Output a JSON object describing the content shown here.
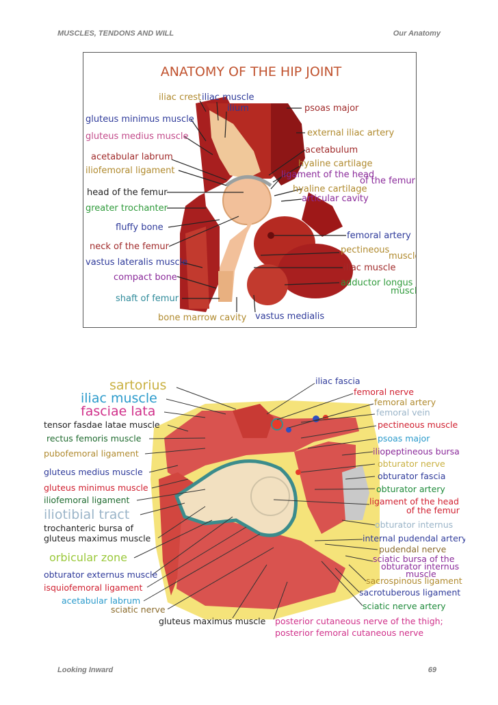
{
  "header": {
    "left": "MUSCLES, TENDONS AND WILL",
    "right": "Our Anatomy"
  },
  "footer": {
    "left": "Looking Inward",
    "page_number": "69"
  },
  "figure1": {
    "title": "ANATOMY OF THE HIP JOINT",
    "labels": {
      "iliac_crest": "iliac crest",
      "iliac_muscle_top": "iliac muscle",
      "ilium": "ilium",
      "gluteus_minimus": "gluteus minimus muscle",
      "gluteus_medius": "gluteus medius muscle",
      "acetabular_labrum": "acetabular labrum",
      "iliofemoral_ligament": "iliofemoral ligament",
      "head_of_femur": "head of the femur",
      "greater_trochanter": "greater trochanter",
      "fluffy_bone": "fluffy bone",
      "neck_of_femur": "neck of the femur",
      "vastus_lateralis": "vastus lateralis muscle",
      "compact_bone": "compact bone",
      "shaft_of_femur": "shaft of femur",
      "bone_marrow_cavity": "bone marrow cavity",
      "vastus_medialis": "vastus medialis",
      "psoas_major": "psoas major",
      "external_iliac_artery": "external iliac artery",
      "acetabulum": "acetabulum",
      "hyaline_cartilage_1": "hyaline cartilage",
      "ligament_of_head_1": "ligament of the head",
      "ligament_of_head_2": "of the femur",
      "hyaline_cartilage_2": "hyaline cartilage",
      "articular_cavity": "articular cavity",
      "femoral_artery": "femoral artery",
      "pectineous_1": "pectineous",
      "pectineous_2": "muscle",
      "iliac_muscle_right": "iliac muscle",
      "adductor_longus_1": "adductor longus",
      "adductor_longus_2": "muscle"
    }
  },
  "figure2": {
    "labels": {
      "sartorius": "sartorius",
      "iliac_muscle": "iliac muscle",
      "fasciae_lata": "fasciae lata",
      "tensor_fasciae": "tensor fasdae latae muscle",
      "rectus_femoris": "rectus femoris muscle",
      "pubofemoral": "pubofemoral ligament",
      "gluteus_medius": "gluteus medius muscle",
      "gluteus_minimus": "gluteus minimus muscle",
      "iliofemoral": "iliofemoral ligament",
      "iliotibial": "iliotibial tract",
      "trochanteric_1": "trochanteric bursa of",
      "trochanteric_2": "gluteus maximus muscle",
      "orbicular_zone": "orbicular zone",
      "obturator_externus": "obturator externus muscle",
      "isquiofemoral": "isquiofemoral ligament",
      "acetabular_labrum": "acetabular labrum",
      "sciatic_nerve": "sciatic nerve",
      "gluteus_maximus": "gluteus maximus muscle",
      "posterior_1": "posterior cutaneous nerve of the thigh;",
      "posterior_2": "posterior femoral cutaneous nerve",
      "iliac_fascia": "iliac fascia",
      "femoral_nerve": "femoral nerve",
      "femoral_artery": "femoral artery",
      "femoral_vein": "femoral vein",
      "pectineous": "pectineous muscle",
      "psoas_major": "psoas major",
      "iliopeptineous": "iliopeptineous bursa",
      "obturator_nerve": "obturator nerve",
      "obturator_fascia": "obturator fascia",
      "obturator_artery": "obturator artery",
      "ligament_head_1": "ligament of the head",
      "ligament_head_2": "of the femur",
      "obturator_internus": "obturator internus",
      "internal_pudendal": "internal pudendal artery",
      "pudendal_nerve": "pudendal nerve",
      "sciatic_bursa_1": "sciatic bursa of the",
      "sciatic_bursa_2": "obturator internus",
      "sciatic_bursa_3": "muscle",
      "sacrospinous": "sacrospinous ligament",
      "sacrotuberous": "sacrotuberous ligament",
      "sciatic_nerve_artery": "sciatic nerve artery"
    }
  },
  "colors": {
    "muscle_dark": "#b01e1e",
    "muscle": "#d9534f",
    "bone": "#f0d3a8",
    "fat": "#f5e37a",
    "cartilage": "#3b8c8c"
  }
}
